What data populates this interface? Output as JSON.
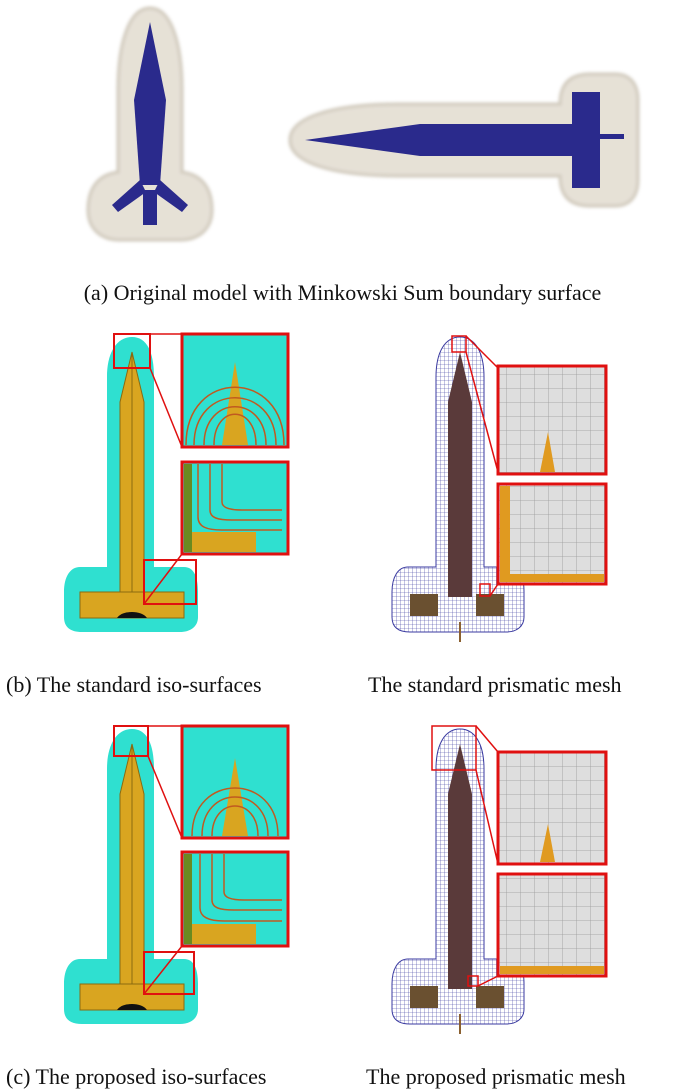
{
  "captions": {
    "a": "(a) Original model with Minkowski Sum boundary surface",
    "b_left": "(b) The standard iso-surfaces",
    "b_right": "The standard prismatic mesh",
    "c_left": "(c) The proposed iso-surfaces",
    "c_right": "The proposed prismatic mesh"
  },
  "colors": {
    "model_blue": "#2a2a8c",
    "halo": "#d8d0c0",
    "iso_cyan": "#2fe0d0",
    "body_gold": "#d9a520",
    "mesh_line": "#3a3aa0",
    "zoom_frame": "#e01010",
    "zoom_gray": "#d8d8d8"
  }
}
